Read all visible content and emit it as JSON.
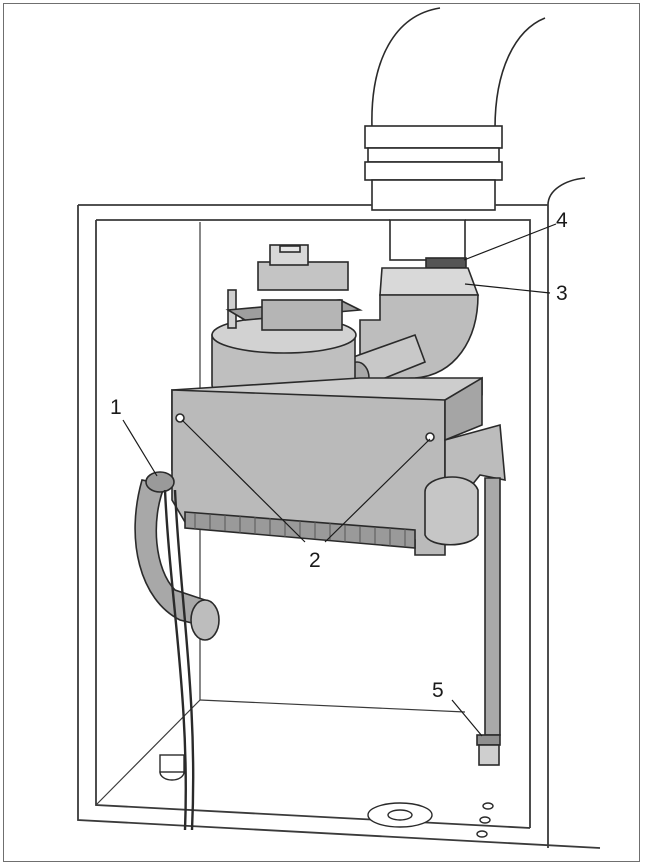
{
  "diagram": {
    "callouts": [
      {
        "id": "1",
        "label": "1"
      },
      {
        "id": "2",
        "label": "2"
      },
      {
        "id": "3",
        "label": "3"
      },
      {
        "id": "4",
        "label": "4"
      },
      {
        "id": "5",
        "label": "5"
      }
    ],
    "colors": {
      "outline": "#2a2a2a",
      "part_fill": "#b3b3b3",
      "part_light": "#cfcfcf",
      "part_dark": "#8e8e8e",
      "cabinet_line": "#3a3a3a"
    }
  }
}
